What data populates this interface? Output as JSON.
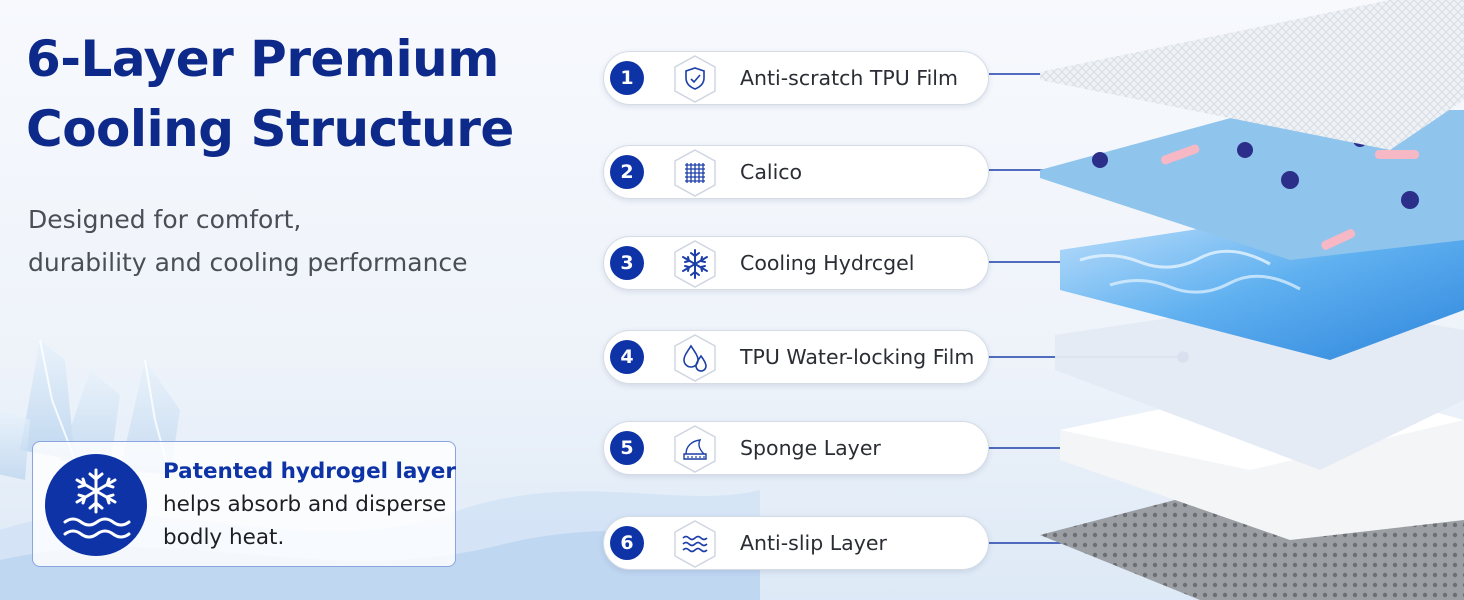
{
  "title": {
    "line1": "6-Layer Premium",
    "line2": "Cooling Structure"
  },
  "subtitle": {
    "line1": "Designed for comfort,",
    "line2": "durability and cooling performance"
  },
  "patent": {
    "headline": "Patented hydrogel layer",
    "line2": "helps absorb and disperse",
    "line3": "bodly heat.",
    "icon": "snowflake-wave-icon"
  },
  "layers": [
    {
      "number": "1",
      "label": "Anti-scratch TPU Film",
      "icon": "shield-check-icon"
    },
    {
      "number": "2",
      "label": "Calico",
      "icon": "fabric-grid-icon"
    },
    {
      "number": "3",
      "label": "Cooling Hydrcgel",
      "icon": "snowflake-icon"
    },
    {
      "number": "4",
      "label": "TPU Water-locking Film",
      "icon": "water-drops-icon"
    },
    {
      "number": "5",
      "label": "Sponge Layer",
      "icon": "sponge-icon"
    },
    {
      "number": "6",
      "label": "Anti-slip Layer",
      "icon": "waves-icon"
    }
  ],
  "colors": {
    "brand_blue": "#0d33a6",
    "title_blue": "#0d2a8a",
    "body_text": "#4a4f57"
  }
}
